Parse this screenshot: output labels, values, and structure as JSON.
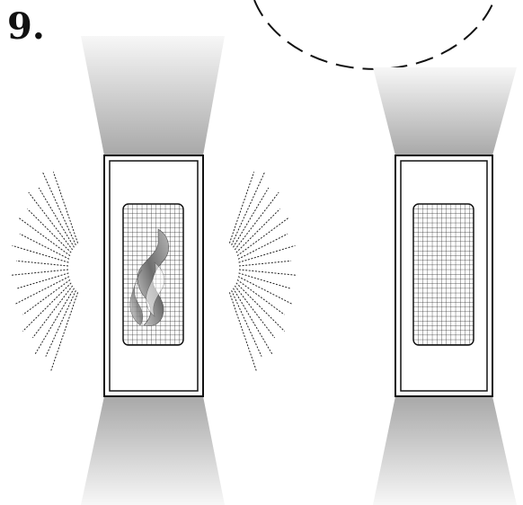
{
  "step": {
    "number_label": "9."
  },
  "colors": {
    "outline": "#111111",
    "mesh": "#222222",
    "beam_dark": "#a8a8a8",
    "beam_light": "#f7f7f7",
    "smoke_dark": "#6e6e6e",
    "smoke_light": "#d8d8d8"
  },
  "devices": [
    {
      "id": "left",
      "state": "active-emitting-smoke"
    },
    {
      "id": "right",
      "state": "inactive"
    }
  ],
  "icons": {
    "emission_lines": "vibration-lines-icon",
    "smoke": "smoke-icon",
    "callout": "dashed-callout-circle"
  }
}
